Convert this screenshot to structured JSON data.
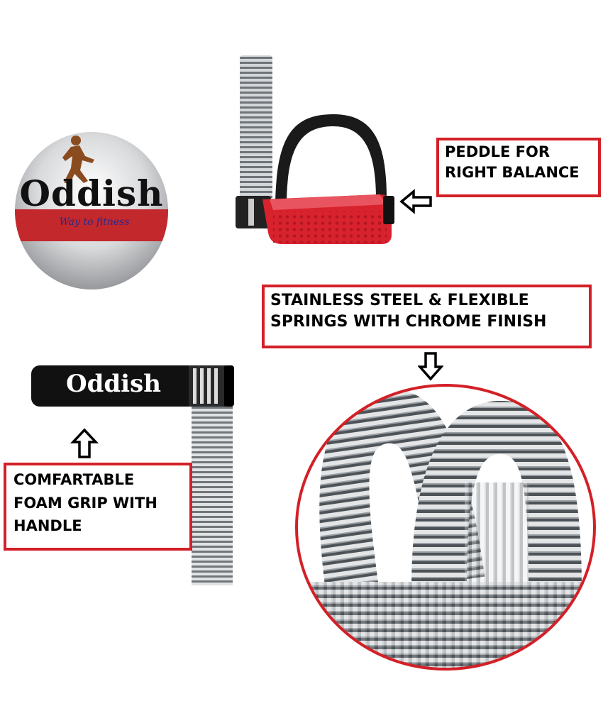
{
  "logo": {
    "brand": "Oddish",
    "tagline": "Way to fitness"
  },
  "callouts": {
    "pedal": {
      "line1": "PEDDLE FOR",
      "line2": "RIGHT BALANCE"
    },
    "spring": {
      "line1": "STAINLESS STEEL & FLEXIBLE",
      "line2": "SPRINGS WITH CHROME FINISH"
    },
    "grip": {
      "line1": "COMFARTABLE",
      "line2": "FOAM GRIP WITH",
      "line3": "HANDLE"
    }
  },
  "handle": {
    "brand": "Oddish"
  },
  "colors": {
    "accent_red": "#d32027",
    "pedal_red": "#d8222d",
    "chrome": "#b8bcc0",
    "handle_black": "#111111",
    "logo_band": "#c2282c",
    "tagline_blue": "#2a2a8a"
  },
  "icons": [
    "arrow-left-icon",
    "arrow-down-icon",
    "arrow-up-icon"
  ]
}
